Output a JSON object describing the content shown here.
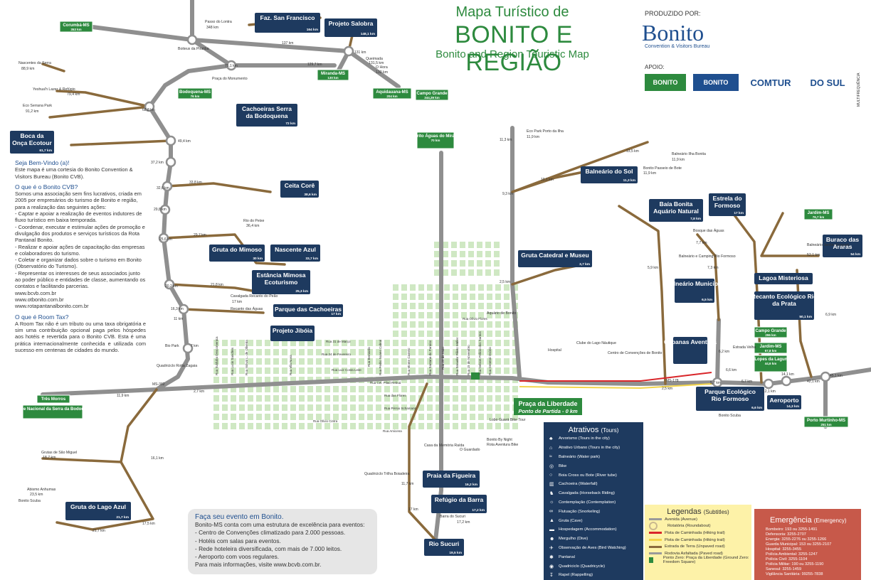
{
  "header": {
    "title_line1": "Mapa Turístico de",
    "title_line2": "BONITO E REGIÃO",
    "title_line3": "Bonito and Region Touristic Map",
    "produced_by": "PRODUZIDO POR:",
    "logo_text": "Bonito",
    "logo_subtitle": "Convention & Visitors Bureau",
    "support": "APOIO:",
    "sponsors": [
      "BONITO",
      "BONITO",
      "COMTUR",
      "DO SUL"
    ],
    "vertical_credit": "MULTIFREQUÊNCIA"
  },
  "intro": {
    "welcome_title": "Seja Bem-Vindo (a)!",
    "welcome_text": "Este mapa é uma cortesia do Bonito Convention & Visitors Bureau (Bonito CVB).",
    "cvb_title": "O que é o Bonito CVB?",
    "cvb_text": "Somos uma associação sem fins lucrativos, criada em 2005 por empresários do turismo de Bonito e região, para a realização das seguintes ações:",
    "cvb_items": [
      "- Captar e apoiar a realização de eventos indutores de fluxo turístico em baixa temporada.",
      "- Coordenar, executar e estimular ações de promoção e divulgação dos produtos e serviços turísticos da Rota Pantanal Bonito.",
      "- Realizar e apoiar ações de capacitação das empresas e colaboradores do turismo.",
      "- Coletar e organizar dados sobre o turismo em Bonito (Observatório do Turismo).",
      "- Representar os interesses de seus associados junto ao poder público e entidades de classe, aumentando os contatos e facilitando parcerias."
    ],
    "links": [
      "www.bcvb.com.br",
      "www.otbonito.com.br",
      "www.rotapantanalbonito.com.br"
    ],
    "roomtax_title": "O que é Room Tax?",
    "roomtax_text": "A Room Tax não é um tributo ou uma taxa obrigatória e sim uma contribuição opcional paga pelos hóspedes aos hotéis e revertida para o Bonito CVB. Esta é uma prática internacionalmente conhecida e utilizada com sucesso em centenas de cidades do mundo."
  },
  "event_box": {
    "title": "Faça seu evento em Bonito.",
    "lines": [
      "Bonito-MS conta com uma estrutura de excelência para eventos:",
      "- Centro de Convenções climatizado para 2.000 pessoas.",
      "- Hotéis com salas para eventos.",
      "- Rede hoteleira diversificada, com mais de 7.000 leitos.",
      "- Aeroporto com voos regulares.",
      "Para mais informações, visite www.bcvb.com.br."
    ]
  },
  "attractions": {
    "title": "Atrativos",
    "title_en": "(Tours)",
    "items": [
      {
        "icon": "tree-icon",
        "glyph": "♣",
        "label": "Arvorismo (Tours in the city)"
      },
      {
        "icon": "city-icon",
        "glyph": "⌂",
        "label": "Atrativo Urbano (Tours in the city)"
      },
      {
        "icon": "waterpark-icon",
        "glyph": "≈",
        "label": "Balneário (Water park)"
      },
      {
        "icon": "bike-icon",
        "glyph": "◎",
        "label": "Bike"
      },
      {
        "icon": "tube-icon",
        "glyph": "○",
        "label": "Boia Cross ou Bote (River tube)"
      },
      {
        "icon": "waterfall-icon",
        "glyph": "▥",
        "label": "Cachoeira (Waterfall)"
      },
      {
        "icon": "horse-icon",
        "glyph": "♞",
        "label": "Cavalgada (Horseback Riding)"
      },
      {
        "icon": "contemplation-icon",
        "glyph": "☼",
        "label": "Contemplação (Contemplation)"
      },
      {
        "icon": "snorkel-icon",
        "glyph": "∞",
        "label": "Flutuação (Snorkeling)"
      },
      {
        "icon": "cave-icon",
        "glyph": "▲",
        "label": "Gruta (Cave)"
      },
      {
        "icon": "bed-icon",
        "glyph": "▬",
        "label": "Hospedagem (Accommodation)"
      },
      {
        "icon": "dive-icon",
        "glyph": "☻",
        "label": "Mergulho (Dive)"
      },
      {
        "icon": "bird-icon",
        "glyph": "✈",
        "label": "Observação de Aves (Bird Watching)"
      },
      {
        "icon": "marsh-icon",
        "glyph": "✱",
        "label": "Pantanal"
      },
      {
        "icon": "quad-icon",
        "glyph": "◉",
        "label": "Quadriciclo (Quadricycle)"
      },
      {
        "icon": "rappel-icon",
        "glyph": "↧",
        "label": "Rapel (Rappelling)"
      }
    ]
  },
  "legend": {
    "title": "Legendas",
    "title_en": "(Subtitles)",
    "items": [
      {
        "color": "#9a9a9a",
        "label": "Avenida (Avenue)"
      },
      {
        "color": "#c9b88f",
        "label": "Rotatória (Roundabout)"
      },
      {
        "color": "#d9262a",
        "label": "Pista de Caminhada (Hiking trail)"
      },
      {
        "color": "#f3d54a",
        "label": "Pista de Caminhada (Hiking trail)"
      },
      {
        "color": "#8a6a3c",
        "label": "Estrada de Terra (Unpaved road)"
      },
      {
        "color": "#9a9a9a",
        "label": "Rodovia Asfaltada (Paved road)"
      },
      {
        "color": "#2d8a3e",
        "label": "Ponto Zero: Praça da Liberdade (Ground Zero: Freedom Square)"
      }
    ]
  },
  "emergency": {
    "title": "Emergência",
    "title_en": "(Emergency)",
    "items": [
      "Bombeiro: 193 ou 3255-1491",
      "Defensoria: 3255-2707",
      "Energia: 3255-2276 ou 3255-1266",
      "Guarda Municipal: 153 ou 3255-2107",
      "Hospital: 3255-3455",
      "Polícia Ambiental: 3255-1247",
      "Polícia Civil: 3255-1104",
      "Polícia Militar: 190 ou 3255-1190",
      "Sanesul: 3255-1459",
      "Vigilância Sanitária: 99255-7838"
    ]
  },
  "map": {
    "destination_signs": [
      {
        "name": "Corumbá-MS",
        "km": "353 km"
      },
      {
        "name": "Bodoquena-MS",
        "km": "76 km"
      },
      {
        "name": "Miranda-MS",
        "km": "130 km"
      },
      {
        "name": "Aquidauana-MS",
        "km": "204 km"
      },
      {
        "name": "Campo Grande",
        "km": "344,39 km"
      },
      {
        "name": "Distrito Águas do Miranda",
        "km": "70 km"
      },
      {
        "name": "Jardim-MS",
        "km": "76,7 km"
      },
      {
        "name": "Campo Grande",
        "km": "296 km"
      },
      {
        "name": "Jardim-MS",
        "km": "67,8 km"
      },
      {
        "name": "Guia Lopes da Laguna-MS",
        "km": "44,6 km"
      },
      {
        "name": "Porto Murtinho-MS",
        "km": "251 km"
      },
      {
        "name": "Três Morros",
        "km": ""
      },
      {
        "name": "Parque Nacional da Serra da Bodoquena",
        "km": ""
      }
    ],
    "attraction_signs": [
      {
        "name": "Faz. San Francisco",
        "km": "164 km"
      },
      {
        "name": "Projeto Salobra",
        "km": "148,1 km"
      },
      {
        "name": "Cachoeiras Serra da Bodoquena",
        "km": "72 km"
      },
      {
        "name": "Boca da Onça Ecotour",
        "km": "61,7 km"
      },
      {
        "name": "Ceita Corê",
        "km": "38,6 km"
      },
      {
        "name": "Gruta do Mimoso",
        "km": "30 km"
      },
      {
        "name": "Nascente Azul",
        "km": "33,7 km"
      },
      {
        "name": "Estância Mimosa Ecoturismo",
        "km": "25,3 km"
      },
      {
        "name": "Parque das Cachoeiras",
        "km": "17 km"
      },
      {
        "name": "Projeto Jibóia",
        "km": ""
      },
      {
        "name": "Balneário do Sol",
        "km": "11,3 km"
      },
      {
        "name": "Gruta Catedral e Museu",
        "km": "3,7 km"
      },
      {
        "name": "Baía Bonita Aquário Natural",
        "km": "7,8 km"
      },
      {
        "name": "Estrela do Formoso",
        "km": "17 km"
      },
      {
        "name": "Buraco das Araras",
        "km": "54 km"
      },
      {
        "name": "Lagoa Misteriosa",
        "km": ""
      },
      {
        "name": "Recanto Ecológico Rio da Prata",
        "km": "50,1 km"
      },
      {
        "name": "Balneário Municipal",
        "km": "6,5 km"
      },
      {
        "name": "Cabanas Aventura",
        "km": ""
      },
      {
        "name": "Parque Ecológico Rio Formoso",
        "km": "6,6 km"
      },
      {
        "name": "Aeroporto",
        "km": "14,3 km"
      },
      {
        "name": "Praia da Figueira",
        "km": "16,2 km"
      },
      {
        "name": "Refúgio da Barra",
        "km": "17,2 km"
      },
      {
        "name": "Rio Sucuri",
        "km": "19,5 km"
      },
      {
        "name": "Gruta do Lago Azul",
        "km": "21,7 km"
      }
    ],
    "start_sign": {
      "name": "Praça da Liberdade",
      "sub": "Ponto de Partida - 0 km"
    },
    "place_labels": [
      "Passo do Lontra",
      "348 km",
      "Boiteux da Piratiba",
      "Nascentes da Serra",
      "88,9 km",
      "Yeshua'h Lazer & Refúgio",
      "79,4 km",
      "Eco Serrana Park",
      "91,2 km",
      "Praça do Monumento",
      "Queimada",
      "131,5 km",
      "O Hora",
      "132 km",
      "Rio do Peixe",
      "36,4 km",
      "Cavalgada Recanto do Peão",
      "17 km",
      "Recanto das Águas",
      "Bio Park",
      "Quadriciclo Rotta Zagaia",
      "Eco Park Porto da Ilha",
      "11,9 km",
      "Balneário Ilha Bonita",
      "11,9 km",
      "Bonito Passeio de Bote",
      "11,9 km",
      "Bosque das Águas",
      "7,7 km",
      "Balneário e Camping Rio Formoso",
      "7,3 km",
      "Balneário Jardim Ecopark",
      "52,1 km",
      "Aquário de Bonito",
      "Clube do Lago Náutique",
      "Centro de Convenções de Bonito",
      "Hospital",
      "Lobo Guará Bike Tour",
      "Bonito By Night",
      "Rota Aventura Bike",
      "Casa da Memória Raída",
      "O Guardado",
      "Quadriciclo Trilha Boiadeira",
      "Barra do Sucuri",
      "17,2 km",
      "Grutas de São Miguel",
      "18,7 km",
      "Abismo Anhumas",
      "23,5 km",
      "Bonito Scuba",
      "Bonito Scuba",
      "Estrada Velha"
    ],
    "km_labels": [
      "137 km",
      "131 km",
      "129,7 km",
      "76,1 km",
      "68,8 km",
      "49,4 km",
      "37,2 km",
      "32,6 km",
      "33,8 km",
      "29,8 km",
      "25,6 km",
      "29,7 km",
      "20,2 km",
      "21,8 km",
      "16,3 km",
      "11 km",
      "7 km",
      "2,7 km",
      "11,9 km",
      "16,1 km",
      "17,5 km",
      "21,7 km",
      "11,7 km",
      "17 km",
      "11,3 km",
      "9,3 km",
      "10,1 km",
      "13,5 km",
      "5,9 km",
      "2,5 km",
      "5,7 km",
      "6,6 km",
      "6,7 km",
      "6,2 km",
      "12,1 km",
      "14,1 km",
      "42,1 km",
      "45,1 km",
      "6,9 km",
      "2,5 km",
      "MS-178",
      "MS-382"
    ],
    "streets": [
      "Rua Sulduba Descomenica",
      "Rua Lucio Sanches",
      "Rua Nolval L. de Oliveira",
      "Rua Vila Nova",
      "Rua 24 de Fevereiro",
      "Rua 31 de Março",
      "Rua Luiz Costa Leite",
      "Rua Cel. Pilad Rebuá",
      "Rua das Flores",
      "Rua Pérsio Schamann",
      "Rua Olívio Cintra",
      "Rua Amicena",
      "Rua Olívio Flores",
      "Rua 29 de Maio",
      "Rua Monte Castelo",
      "Rua Santana do Paraíso",
      "Rua Senador Filinto Müller",
      "Rua 15 de Novembro",
      "Rua General Osório",
      "Rua Nelson Felício dos Santos",
      "Rua Bernardo",
      "Rua Pedro Nunes Cabral"
    ]
  }
}
